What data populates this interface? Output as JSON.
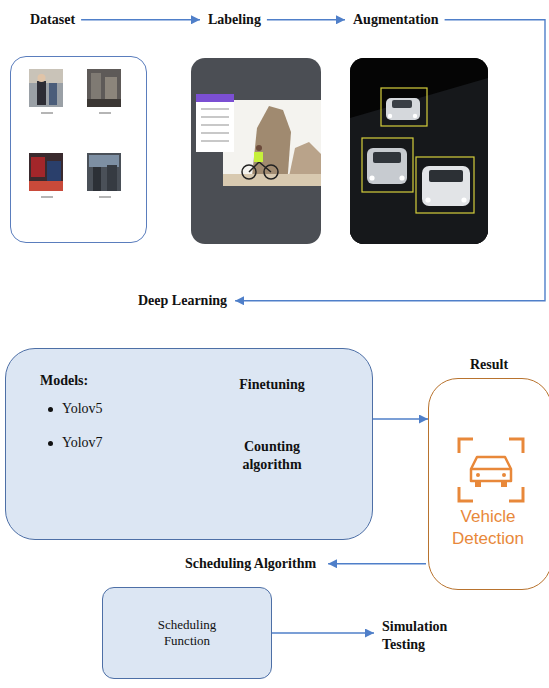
{
  "diagram": {
    "nodes": [
      {
        "text": [
          "Dataset"
        ]
      },
      {
        "text": [
          "Labeling"
        ]
      },
      {
        "text": [
          "Augmentation"
        ]
      },
      {
        "text": [
          "Deep Learning"
        ]
      },
      {
        "text": [
          "Models:",
          "Yolov5",
          "Yolov7"
        ],
        "in": 3
      },
      {
        "text": [
          "Finetuning"
        ],
        "in": 3
      },
      {
        "text": [
          "Counting algorithm"
        ],
        "in": 3
      },
      {
        "text": [
          "Result",
          "Vehicle Detection"
        ]
      },
      {
        "text": [
          "Scheduling Algorithm",
          "Scheduling Function"
        ]
      },
      {
        "text": [
          "Simulation Testing"
        ]
      }
    ],
    "edges": [
      {
        "from": 0,
        "to": 1,
        "arrow": "to"
      },
      {
        "from": 1,
        "to": 2,
        "arrow": "to"
      },
      {
        "from": 2,
        "to": 3,
        "arrow": "to"
      },
      {
        "from": 4,
        "to": 5,
        "arrow": "to"
      },
      {
        "from": 5,
        "to": 6,
        "arrow": "to"
      },
      {
        "from": 3,
        "to": 7,
        "arrow": "to"
      },
      {
        "from": 7,
        "to": 8,
        "arrow": "to"
      },
      {
        "from": 8,
        "to": 9,
        "arrow": "to"
      }
    ]
  }
}
